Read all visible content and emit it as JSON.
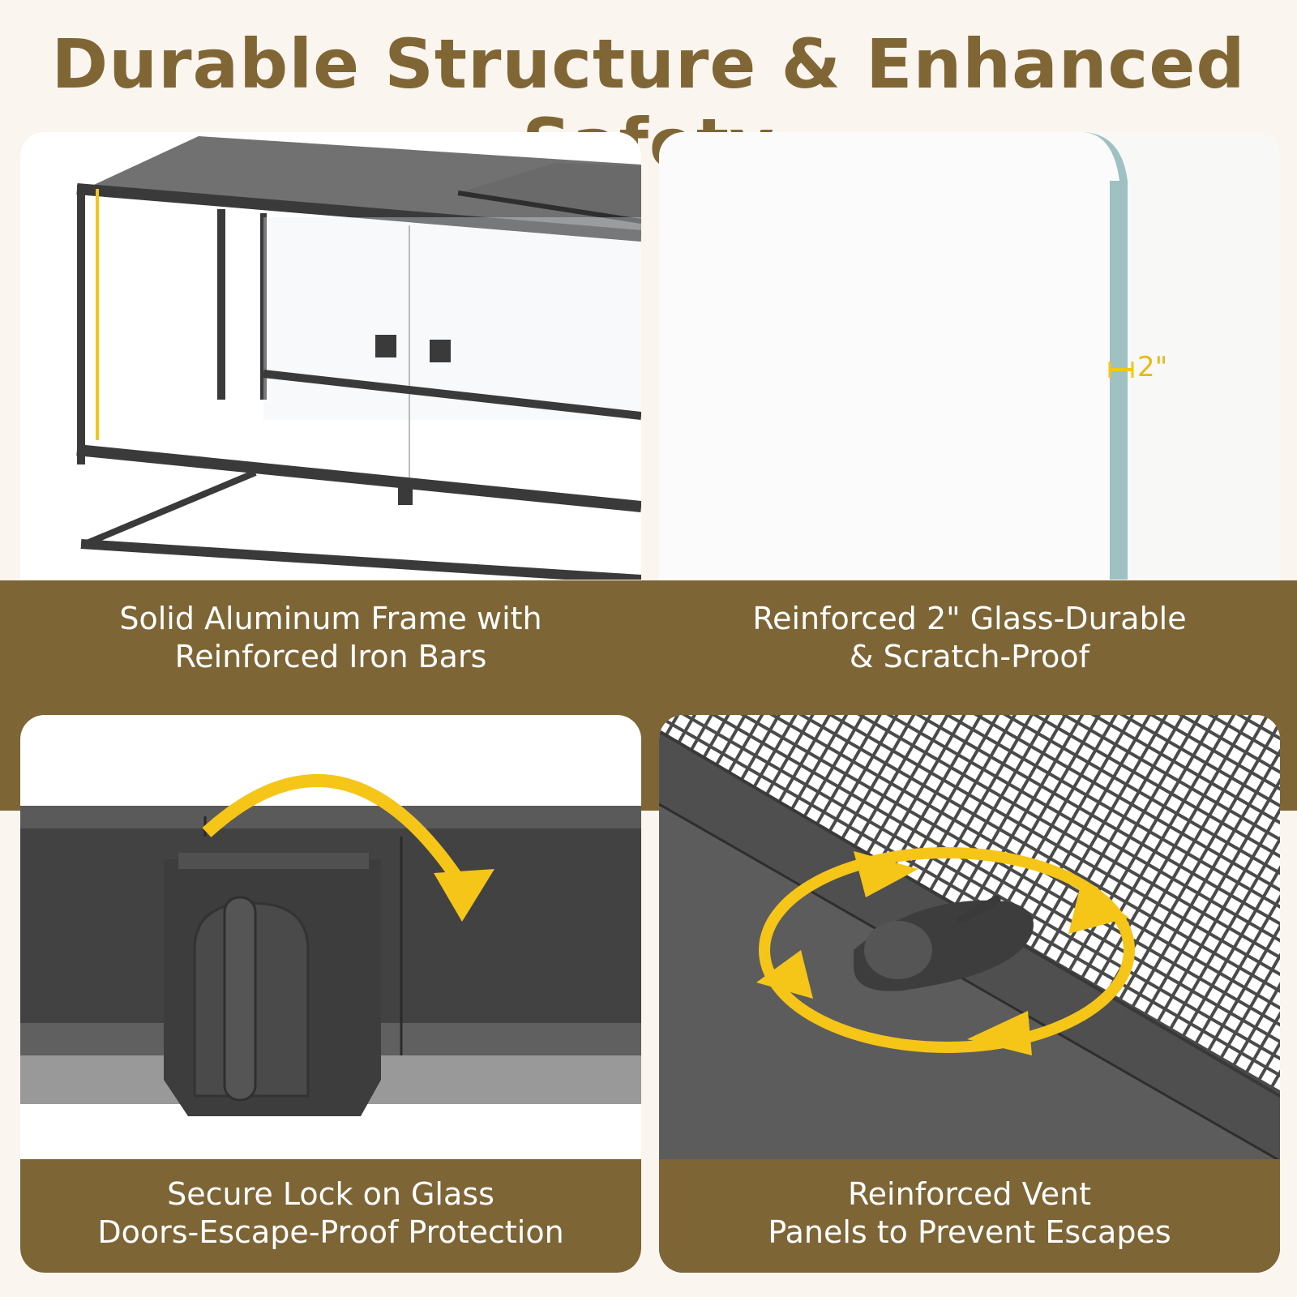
{
  "title": "Durable Structure & Enhanced Safety",
  "features": [
    {
      "line1": "Solid Aluminum Frame with",
      "line2": "Reinforced Iron Bars"
    },
    {
      "line1": "Reinforced 2\" Glass-Durable",
      "line2": "& Scratch-Proof"
    },
    {
      "line1": "Secure Lock on Glass",
      "line2": "Doors-Escape-Proof Protection"
    },
    {
      "line1": "Reinforced Vent",
      "line2": "Panels to Prevent Escapes"
    }
  ],
  "glass_dimension": "2\"",
  "colors": {
    "brand_brown": "#7d6536",
    "title_brown": "#806635",
    "accent_yellow": "#f5c518",
    "frame_dark": "#3f3f3f",
    "background": "#faf5ee"
  }
}
